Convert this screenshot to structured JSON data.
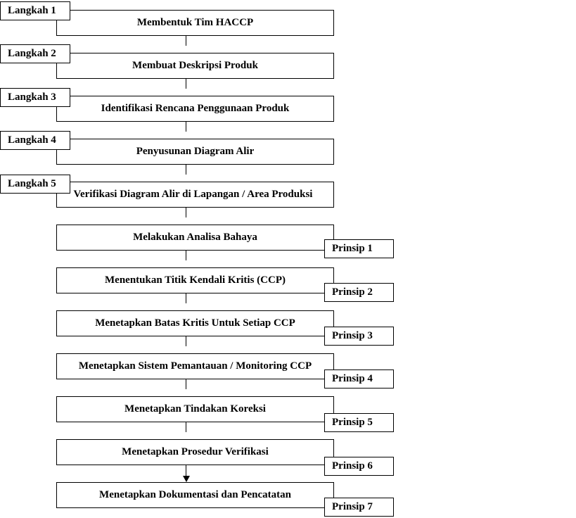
{
  "steps": [
    "Membentuk Tim HACCP",
    "Membuat Deskripsi Produk",
    "Identifikasi Rencana Penggunaan Produk",
    "Penyusunan Diagram Alir",
    "Verifikasi Diagram Alir di Lapangan / Area Produksi",
    "Melakukan Analisa Bahaya",
    "Menentukan Titik Kendali Kritis (CCP)",
    "Menetapkan Batas Kritis Untuk Setiap CCP",
    "Menetapkan Sistem Pemantauan / Monitoring CCP",
    "Menetapkan Tindakan Koreksi",
    "Menetapkan Prosedur Verifikasi",
    "Menetapkan Dokumentasi dan Pencatatan"
  ],
  "langkah_labels": [
    "Langkah 1",
    "Langkah 2",
    "Langkah 3",
    "Langkah 4",
    "Langkah 5"
  ],
  "prinsip_labels": [
    "Prinsip 1",
    "Prinsip 2",
    "Prinsip 3",
    "Prinsip 4",
    "Prinsip 5",
    "Prinsip 6",
    "Prinsip 7"
  ]
}
